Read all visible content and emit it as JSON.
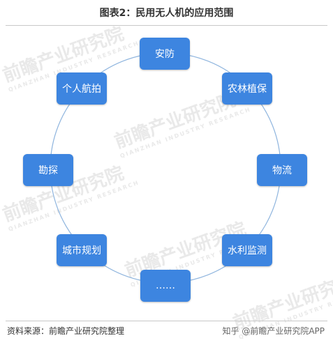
{
  "title": "图表2：民用无人机的应用范围",
  "nodes": [
    {
      "label": "安防"
    },
    {
      "label": "农林植保"
    },
    {
      "label": "物流"
    },
    {
      "label": "水利监测"
    },
    {
      "label": "……"
    },
    {
      "label": "城市规划"
    },
    {
      "label": "勘探"
    },
    {
      "label": "个人航拍"
    }
  ],
  "source": "资料来源：前瞻产业研究院整理",
  "credit": "知乎 @前瞻产业研究院APP",
  "watermark": {
    "text": "前瞻产业研究院",
    "sub": "QIANZHAN INDUSTRY RESEARCH"
  },
  "colors": {
    "node": "#3d85e0",
    "ring": "#8fb5de"
  }
}
